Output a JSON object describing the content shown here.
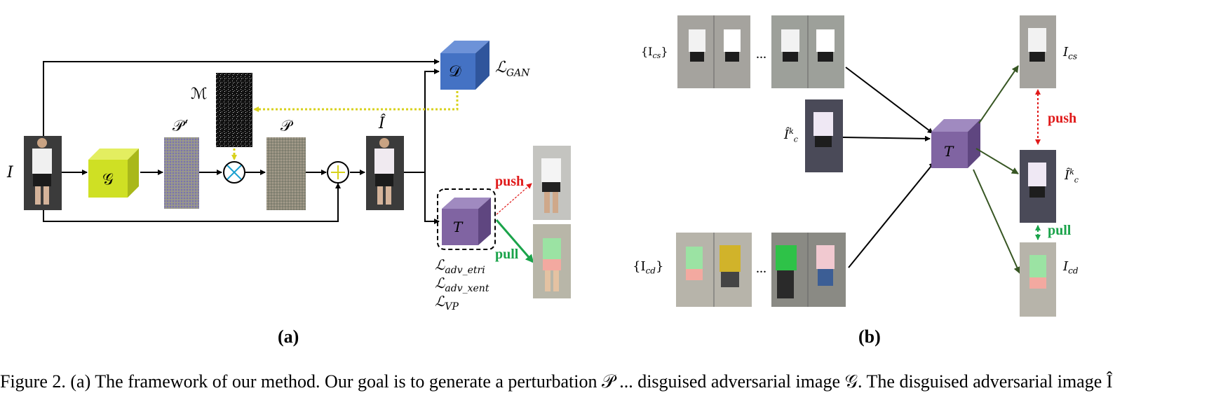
{
  "panel_a": {
    "input_label": "I",
    "generator_label": "𝒢",
    "discriminator_label": "𝒟",
    "loss_gan": "ℒ",
    "loss_gan_sub": "GAN",
    "mask_label": "ℳ",
    "p_prime_label": "𝒫‘",
    "p_label": "𝒫",
    "i_hat_label": "Î",
    "target_label": "T",
    "push_label": "push",
    "pull_label": "pull",
    "loss_adv_etri": "ℒ",
    "loss_adv_etri_sub": "adv_etri",
    "loss_adv_xent": "ℒ",
    "loss_adv_xent_sub": "adv_xent",
    "loss_vp": "ℒ",
    "loss_vp_sub": "VP",
    "panel_caption": "(a)"
  },
  "panel_b": {
    "ics_set_label": "{I",
    "ics_set_sub": "cs",
    "ics_set_close": "}",
    "icd_set_label": "{I",
    "icd_set_sub": "cd",
    "icd_set_close": "}",
    "ick_hat_label": "Î",
    "ick_hat_sub": "c",
    "ick_hat_sup": "k",
    "target_label": "T",
    "ellipsis_top": "...",
    "ellipsis_bottom": "...",
    "ics_right_label": "I",
    "ics_right_sub": "cs",
    "ick_right_label": "Î",
    "ick_right_sub": "c",
    "ick_right_sup": "k",
    "icd_right_label": "I",
    "icd_right_sub": "cd",
    "push_label": "push",
    "pull_label": "pull",
    "panel_caption": "(b)"
  },
  "figure_caption": "Figure 2. (a) The framework of our method. Our goal is to generate a perturbation 𝒫 ... disguised adversarial image 𝒢. The disguised adversarial image Î",
  "colors": {
    "generator": "#cfe024",
    "discriminator": "#4472c4",
    "target": "#8064a2",
    "push": "#e01a1a",
    "pull": "#1aa34a",
    "mask_arrow": "#d8d21c"
  }
}
